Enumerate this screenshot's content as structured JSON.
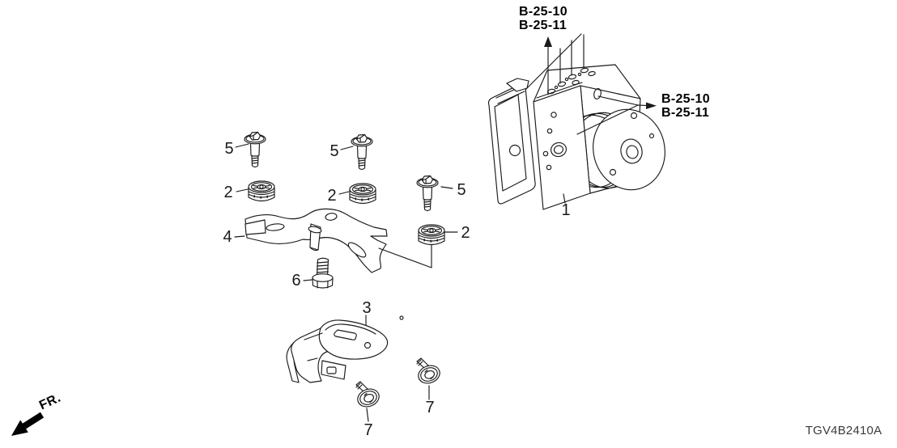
{
  "page": {
    "background": "#ffffff",
    "line_color": "#1a1a1a"
  },
  "diagram_code": "TGV4B2410A",
  "orientation_marker": {
    "label": "FR."
  },
  "reference_callouts": {
    "top": {
      "lines": [
        "B-25-10",
        "B-25-11"
      ]
    },
    "right": {
      "lines": [
        "B-25-10",
        "B-25-11"
      ]
    }
  },
  "part_callouts": [
    {
      "part": "5"
    },
    {
      "part": "5"
    },
    {
      "part": "5"
    },
    {
      "part": "2"
    },
    {
      "part": "2"
    },
    {
      "part": "2"
    },
    {
      "part": "4"
    },
    {
      "part": "6"
    },
    {
      "part": "1"
    },
    {
      "part": "3"
    },
    {
      "part": "7"
    },
    {
      "part": "7"
    }
  ],
  "figures": {
    "unit": "abs-modulator-assembly-drawing",
    "bolt_flange": "flange-mount-bolt-drawing",
    "grommet": "rubber-mount-grommet-drawing",
    "upper_bracket": "upper-mount-bracket-drawing",
    "lower_bracket": "lower-mount-bracket-drawing",
    "hex_bolt": "hex-stud-bolt-drawing",
    "small_bolt": "washer-bolt-drawing",
    "front_arrow": "front-direction-arrow"
  }
}
